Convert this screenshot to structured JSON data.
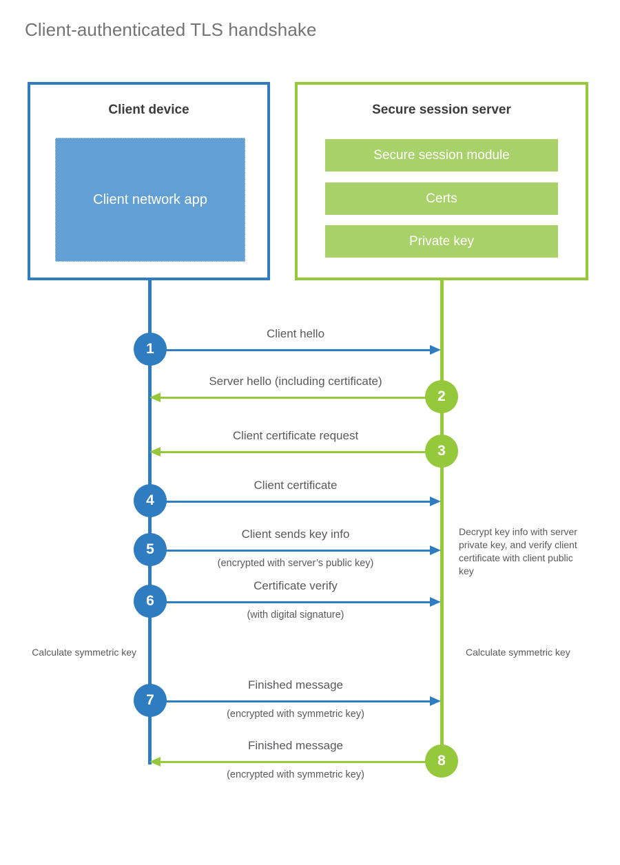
{
  "title": "Client-authenticated TLS handshake",
  "colors": {
    "client_blue": "#2f7cc0",
    "client_app_fill": "#619fd4",
    "server_green": "#96c83c",
    "server_bar_fill": "#a9d169",
    "text_gray": "#58595b",
    "title_gray": "#737373",
    "heading_dark": "#3b3b3b"
  },
  "participants": {
    "client": {
      "title": "Client device",
      "app_label": "Client network app"
    },
    "server": {
      "title": "Secure session server",
      "modules": [
        "Secure session module",
        "Certs",
        "Private key"
      ]
    }
  },
  "messages": [
    {
      "step": "1",
      "direction": "to-server",
      "label": "Client hello",
      "sublabel": ""
    },
    {
      "step": "2",
      "direction": "to-client",
      "label": "Server hello (including certificate)",
      "sublabel": ""
    },
    {
      "step": "3",
      "direction": "to-client",
      "label": "Client certificate request",
      "sublabel": ""
    },
    {
      "step": "4",
      "direction": "to-server",
      "label": "Client certificate",
      "sublabel": ""
    },
    {
      "step": "5",
      "direction": "to-server",
      "label": "Client sends key info",
      "sublabel": "(encrypted with server’s public key)"
    },
    {
      "step": "6",
      "direction": "to-server",
      "label": "Certificate verify",
      "sublabel": "(with digital signature)"
    },
    {
      "step": "7",
      "direction": "to-server",
      "label": "Finished message",
      "sublabel": "(encrypted with symmetric key)"
    },
    {
      "step": "8",
      "direction": "to-client",
      "label": "Finished message",
      "sublabel": "(encrypted with symmetric key)"
    }
  ],
  "notes": {
    "server_decrypt": "Decrypt key info with server private key, and verify client certificate with client public key",
    "client_symmetric_key": "Calculate symmetric key",
    "server_symmetric_key": "Calculate symmetric key"
  }
}
